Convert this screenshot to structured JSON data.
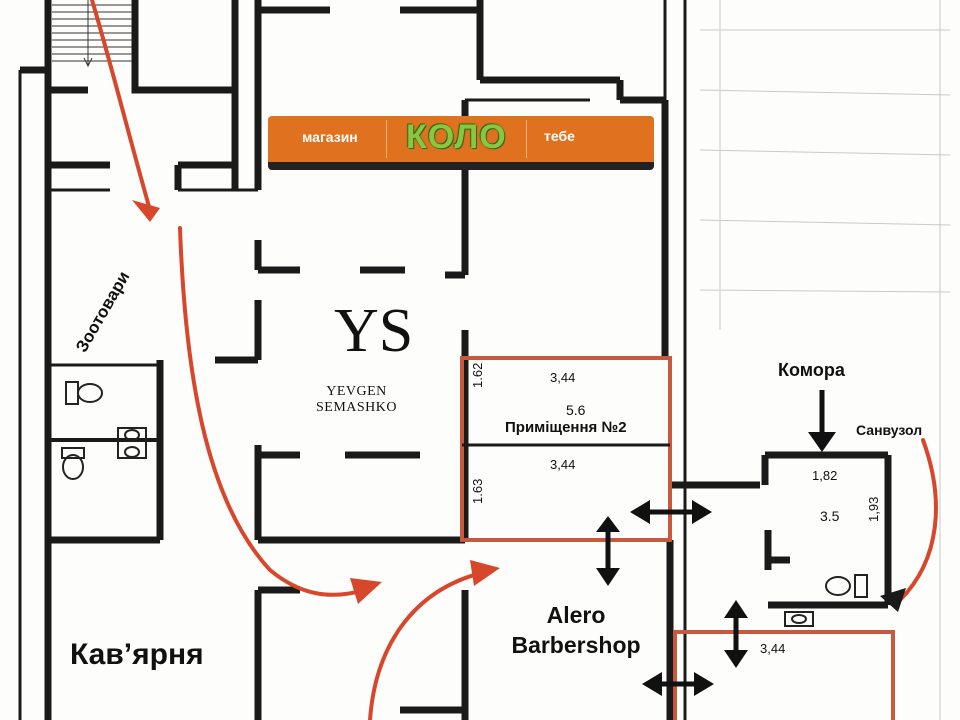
{
  "banner": {
    "left_text": "магазин",
    "logo_text": "КОЛО",
    "right_text": "тебе",
    "background_color": "#e0721f",
    "logo_color": "#8cc63f"
  },
  "salon_brand": {
    "monogram": "YS",
    "line1": "YEVGEN",
    "line2": "SEMASHKO"
  },
  "room2": {
    "top_width": "3,44",
    "top_height": "1.62",
    "area": "5.6",
    "title": "Приміщення №2",
    "bottom_width": "3,44",
    "bottom_height": "1.63"
  },
  "storage": {
    "label": "Комора",
    "width": "1,82",
    "area": "3.5",
    "height": "1,93"
  },
  "bathroom_label": "Санвузол",
  "pet_shop_label": "Зоотовари",
  "barbershop": {
    "line1": "Alero",
    "line2": "Barbershop"
  },
  "cafe_label": "Кав’ярня",
  "lower_room": {
    "width": "3,44"
  },
  "colors": {
    "highlight": "#c8583e",
    "path_arrow": "#d7472b",
    "walls": "#1a1a1a"
  }
}
